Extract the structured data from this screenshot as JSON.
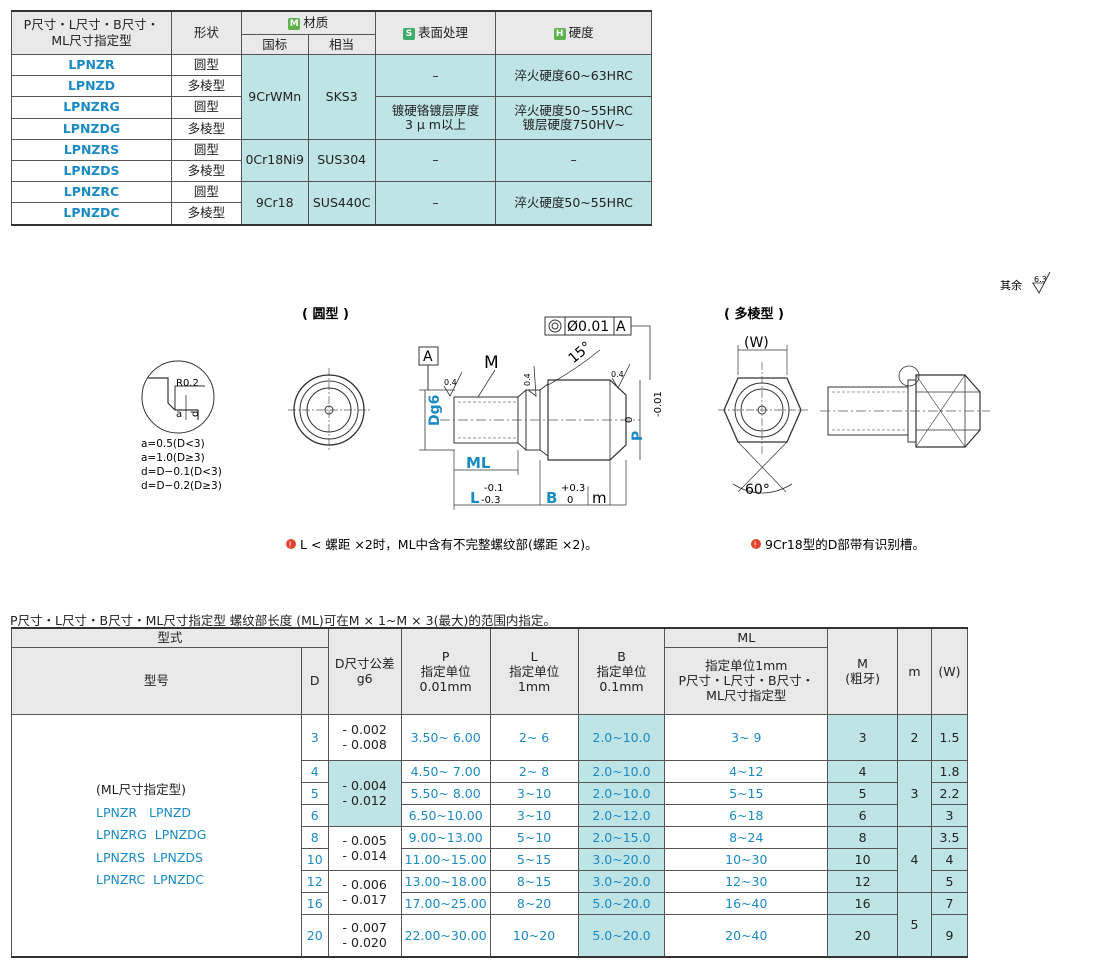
{
  "material_table": {
    "headers": {
      "model": "P尺寸・L尺寸・B尺寸・ML尺寸指定型",
      "shape": "形状",
      "material": "材质",
      "material_badge": "M",
      "national": "国标",
      "equivalent": "相当",
      "surface": "表面处理",
      "surface_badge": "S",
      "hardness": "硬度",
      "hardness_badge": "H"
    },
    "rows": [
      {
        "model": "LPNZR",
        "shape": "圆型"
      },
      {
        "model": "LPNZD",
        "shape": "多棱型"
      },
      {
        "model": "LPNZRG",
        "shape": "圆型"
      },
      {
        "model": "LPNZDG",
        "shape": "多棱型"
      },
      {
        "model": "LPNZRS",
        "shape": "圆型"
      },
      {
        "model": "LPNZDS",
        "shape": "多棱型"
      },
      {
        "model": "LPNZRC",
        "shape": "圆型"
      },
      {
        "model": "LPNZDC",
        "shape": "多棱型"
      }
    ],
    "groups": [
      {
        "national": "9CrWMn",
        "equivalent": "SKS3"
      },
      {
        "national": "0Cr18Ni9",
        "equivalent": "SUS304"
      },
      {
        "national": "9Cr18",
        "equivalent": "SUS440C"
      }
    ],
    "surface": [
      "–",
      "镀硬铬镀层厚度",
      "3 μ m以上",
      "–",
      "–"
    ],
    "hardness": [
      "淬火硬度60~63HRC",
      "淬火硬度50~55HRC",
      "镀层硬度750HV~",
      "–",
      "淬火硬度50~55HRC"
    ]
  },
  "drawing": {
    "roughness_note": "其余",
    "roughness_value": "6.3",
    "round_title": "( 圆型 )",
    "poly_title": "( 多棱型 )",
    "detail_r": "R0.2",
    "detail_a": "a",
    "detail_d": "d",
    "formulas": [
      "a=0.5(D<3)",
      "a=1.0(D≥3)",
      "d=D−0.1(D<3)",
      "d=D−0.2(D≥3)"
    ],
    "datum": "A",
    "coaxial": "Ø0.01",
    "datum_ref": "A",
    "angle15": "15°",
    "m_label": "M",
    "rough04": "0.4",
    "dg6": "Dg6",
    "ml": "ML",
    "l_label": "L",
    "l_tol_top": "-0.1",
    "l_tol_bot": "-0.3",
    "b_label": "B",
    "b_tol_top": "+0.3",
    "b_tol_bot": "0",
    "m_small": "m",
    "p_label": "P",
    "p_tol_top": "0",
    "p_tol_bot": "-0.01",
    "w_label": "(W)",
    "angle60": "60°",
    "note1": "L < 螺距 ×2时，ML中含有不完整螺纹部(螺距 ×2)。",
    "note2": "9Cr18型的D部带有识别槽。"
  },
  "spec_caption": "P尺寸・L尺寸・B尺寸・ML尺寸指定型 螺纹部长度 (ML)可在M × 1~M × 3(最大)的范围内指定。",
  "spec_table": {
    "h_type": "型式",
    "h_model": "型号",
    "h_d": "D",
    "h_dtol": [
      "D尺寸公差",
      "g6"
    ],
    "h_p": [
      "P",
      "指定单位",
      "0.01mm"
    ],
    "h_l": [
      "L",
      "指定单位",
      "1mm"
    ],
    "h_b": [
      "B",
      "指定单位",
      "0.1mm"
    ],
    "h_ml": "ML",
    "h_ml_sub": [
      "指定单位1mm",
      "P尺寸・L尺寸・B尺寸・",
      "ML尺寸指定型"
    ],
    "h_m": [
      "M",
      "(粗牙)"
    ],
    "h_msmall": "m",
    "h_w": "(W)",
    "model_lines": [
      "(ML尺寸指定型)",
      "LPNZR   LPNZD",
      "LPNZRG  LPNZDG",
      "LPNZRS  LPNZDS",
      "LPNZRC  LPNZDC"
    ],
    "rows": [
      {
        "d": "3",
        "p": "3.50~ 6.00",
        "l": "2~ 6",
        "b": "2.0~10.0",
        "ml": "3~ 9",
        "m": "3",
        "w": "1.5"
      },
      {
        "d": "4",
        "p": "4.50~ 7.00",
        "l": "2~ 8",
        "b": "2.0~10.0",
        "ml": "4~12",
        "m": "4",
        "w": "1.8"
      },
      {
        "d": "5",
        "p": "5.50~ 8.00",
        "l": "3~10",
        "b": "2.0~10.0",
        "ml": "5~15",
        "m": "5",
        "w": "2.2"
      },
      {
        "d": "6",
        "p": "6.50~10.00",
        "l": "3~10",
        "b": "2.0~12.0",
        "ml": "6~18",
        "m": "6",
        "w": "3"
      },
      {
        "d": "8",
        "p": "9.00~13.00",
        "l": "5~10",
        "b": "2.0~15.0",
        "ml": "8~24",
        "m": "8",
        "w": "3.5"
      },
      {
        "d": "10",
        "p": "11.00~15.00",
        "l": "5~15",
        "b": "3.0~20.0",
        "ml": "10~30",
        "m": "10",
        "w": "4"
      },
      {
        "d": "12",
        "p": "13.00~18.00",
        "l": "8~15",
        "b": "3.0~20.0",
        "ml": "12~30",
        "m": "12",
        "w": "5"
      },
      {
        "d": "16",
        "p": "17.00~25.00",
        "l": "8~20",
        "b": "5.0~20.0",
        "ml": "16~40",
        "m": "16",
        "w": "7"
      },
      {
        "d": "20",
        "p": "22.00~30.00",
        "l": "10~20",
        "b": "5.0~20.0",
        "ml": "20~40",
        "m": "20",
        "w": "9"
      }
    ],
    "tol": [
      {
        "top": "- 0.002",
        "bot": "- 0.008"
      },
      {
        "top": "- 0.004",
        "bot": "- 0.012"
      },
      {
        "top": "- 0.005",
        "bot": "- 0.014"
      },
      {
        "top": "- 0.006",
        "bot": "- 0.017"
      },
      {
        "top": "- 0.007",
        "bot": "- 0.020"
      }
    ],
    "small_m": [
      "2",
      "3",
      "4",
      "5"
    ]
  },
  "colors": {
    "accent_blue": "#1a8ac4",
    "teal_fill": "#bfe4e6",
    "badge_green": "#5db24a",
    "note_red": "#e0442e"
  }
}
